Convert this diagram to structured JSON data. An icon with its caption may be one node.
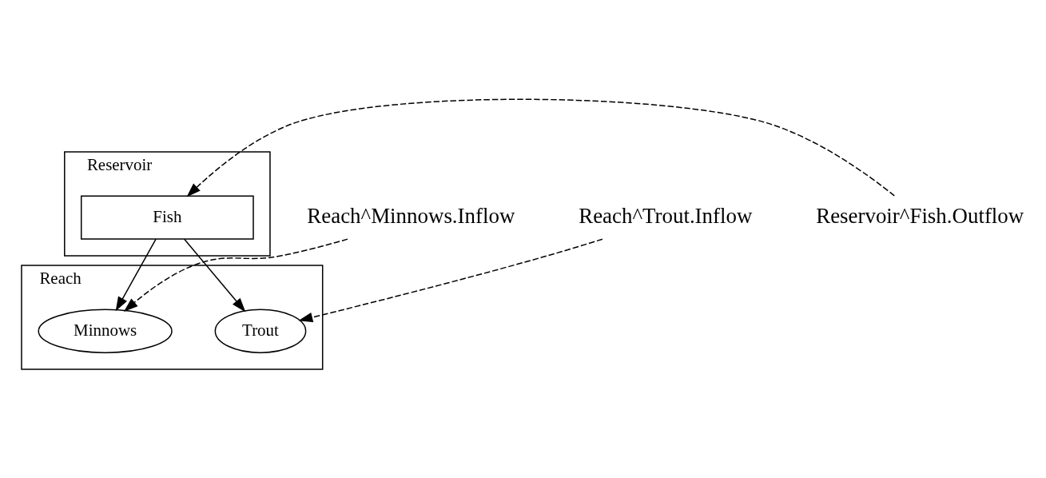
{
  "diagram": {
    "nodes": [
      {
        "text": [
          "Reservoir"
        ]
      },
      {
        "text": [
          "Fish"
        ],
        "in": 0
      },
      {
        "text": [
          "Reservoir^Fish.Outflow"
        ]
      },
      {
        "text": [
          "Reach^Minnows.Inflow"
        ]
      },
      {
        "text": [
          "Reach"
        ]
      },
      {
        "text": [
          "Reach^Trout.Inflow"
        ]
      },
      {
        "text": [
          "Trout"
        ],
        "in": 4
      },
      {
        "text": [
          "Minnows"
        ],
        "in": 4
      }
    ],
    "edges": [
      {
        "from": 1,
        "to": 6,
        "arrow": "to"
      },
      {
        "from": 1,
        "to": 7,
        "arrow": "to"
      },
      {
        "from": 2,
        "to": 1,
        "arrow": "to",
        "style": "dashed"
      },
      {
        "from": 3,
        "to": 7,
        "arrow": "to",
        "style": "dashed"
      },
      {
        "from": 5,
        "to": 6,
        "arrow": "to",
        "style": "dashed"
      }
    ]
  }
}
